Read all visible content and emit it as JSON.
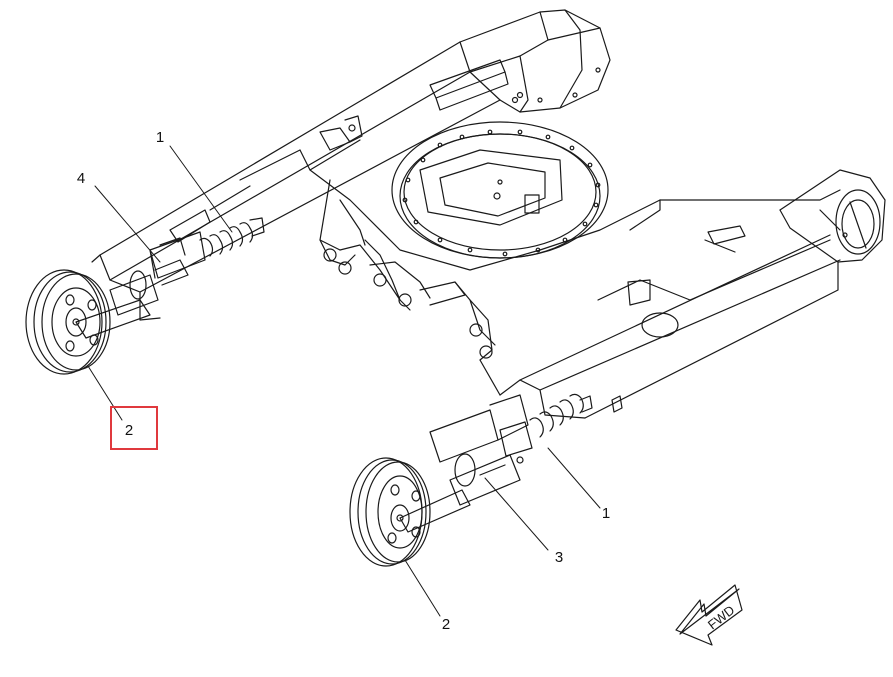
{
  "colors": {
    "line": "#1a1a1a",
    "paper": "#ffffff",
    "highlight": "#e0393e"
  },
  "callouts": {
    "c1_upper": "1",
    "c4": "4",
    "c2_left": "2",
    "c1_lower": "1",
    "c3": "3",
    "c2_lower": "2"
  },
  "direction_arrow": {
    "label": "FWD",
    "icon": "forward-arrow-icon"
  }
}
